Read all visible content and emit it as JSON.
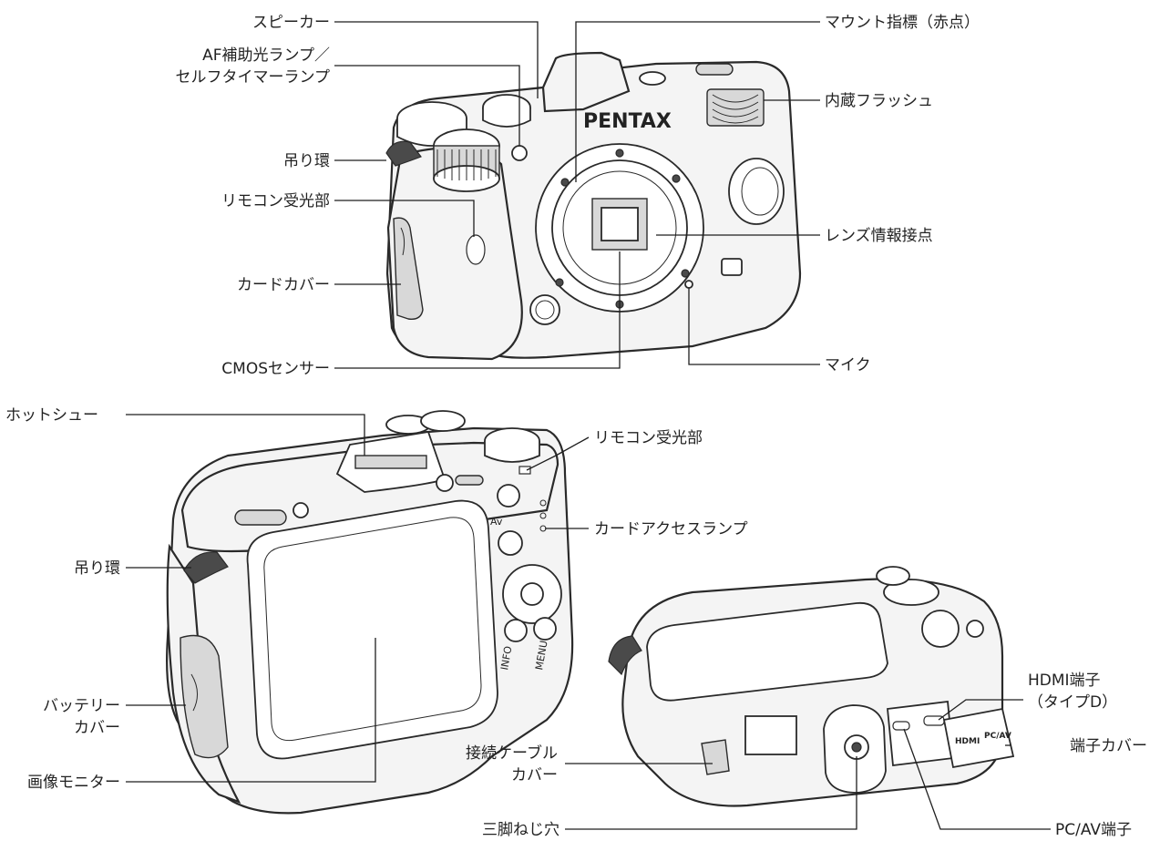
{
  "brand": "PENTAX",
  "labels": {
    "front_speaker": "スピーカー",
    "front_af_lamp_1": "AF補助光ランプ／",
    "front_af_lamp_2": "セルフタイマーランプ",
    "front_strap_lug": "吊り環",
    "front_remote_receiver": "リモコン受光部",
    "front_card_cover": "カードカバー",
    "front_cmos": "CMOSセンサー",
    "front_mount_index": "マウント指標（赤点）",
    "front_flash": "内蔵フラッシュ",
    "front_lens_contacts": "レンズ情報接点",
    "front_mic": "マイク",
    "back_hot_shoe": "ホットシュー",
    "back_remote_receiver": "リモコン受光部",
    "back_card_lamp": "カードアクセスランプ",
    "back_strap_lug": "吊り環",
    "back_battery_cover_1": "バッテリー",
    "back_battery_cover_2": "カバー",
    "back_monitor": "画像モニター",
    "bottom_cable_cover_1": "接続ケーブル",
    "bottom_cable_cover_2": "カバー",
    "bottom_tripod": "三脚ねじ穴",
    "bottom_hdmi_1": "HDMI端子",
    "bottom_hdmi_2": "（タイプD）",
    "bottom_terminal_cover": "端子カバー",
    "bottom_pcav": "PC/AV端子"
  },
  "markings": {
    "info": "INFO",
    "menu": "MENU",
    "av": "Av",
    "hdmi": "HDMI",
    "pcav": "PC/AV"
  }
}
